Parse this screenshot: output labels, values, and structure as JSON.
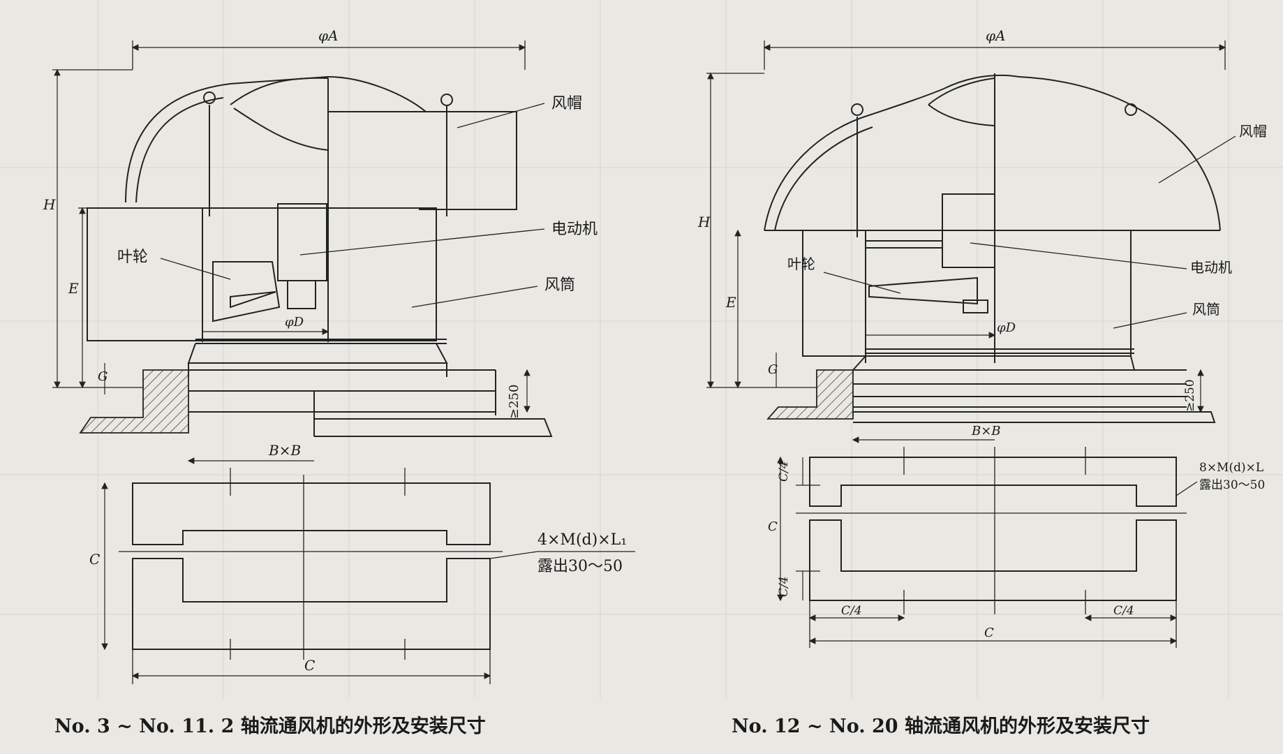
{
  "captions": {
    "left": "No. 3 ~ No. 11. 2 轴流通风机的外形及安装尺寸",
    "right": "No. 12 ~ No. 20 轴流通风机的外形及安装尺寸"
  },
  "left_figure": {
    "dim_top": "φA",
    "dim_H": "H",
    "dim_E": "E",
    "dim_G": "G",
    "dim_D": "φD",
    "dim_base": "≥250",
    "dim_BB": "B×B",
    "dim_C_vertical": "C",
    "dim_C_horizontal": "C",
    "label_hood": "风帽",
    "label_motor": "电动机",
    "label_impeller": "叶轮",
    "label_duct": "风筒",
    "bolt_spec_line1": "4×M(d)×L₁",
    "bolt_spec_line2": "露出30～50"
  },
  "right_figure": {
    "dim_top": "φA",
    "dim_H": "H",
    "dim_E": "E",
    "dim_G": "G",
    "dim_D": "φD",
    "dim_base": "≥250",
    "dim_BB": "B×B",
    "dim_C_vertical": "C",
    "dim_C_horizontal": "C",
    "dim_C4_top": "C/4",
    "dim_C4_bottom": "C/4",
    "dim_C4_left": "C/4",
    "dim_C4_right": "C/4",
    "label_hood": "风帽",
    "label_motor": "电动机",
    "label_impeller": "叶轮",
    "label_duct": "风筒",
    "bolt_spec_line1": "8×M(d)×L",
    "bolt_spec_line2": "露出30～50"
  }
}
